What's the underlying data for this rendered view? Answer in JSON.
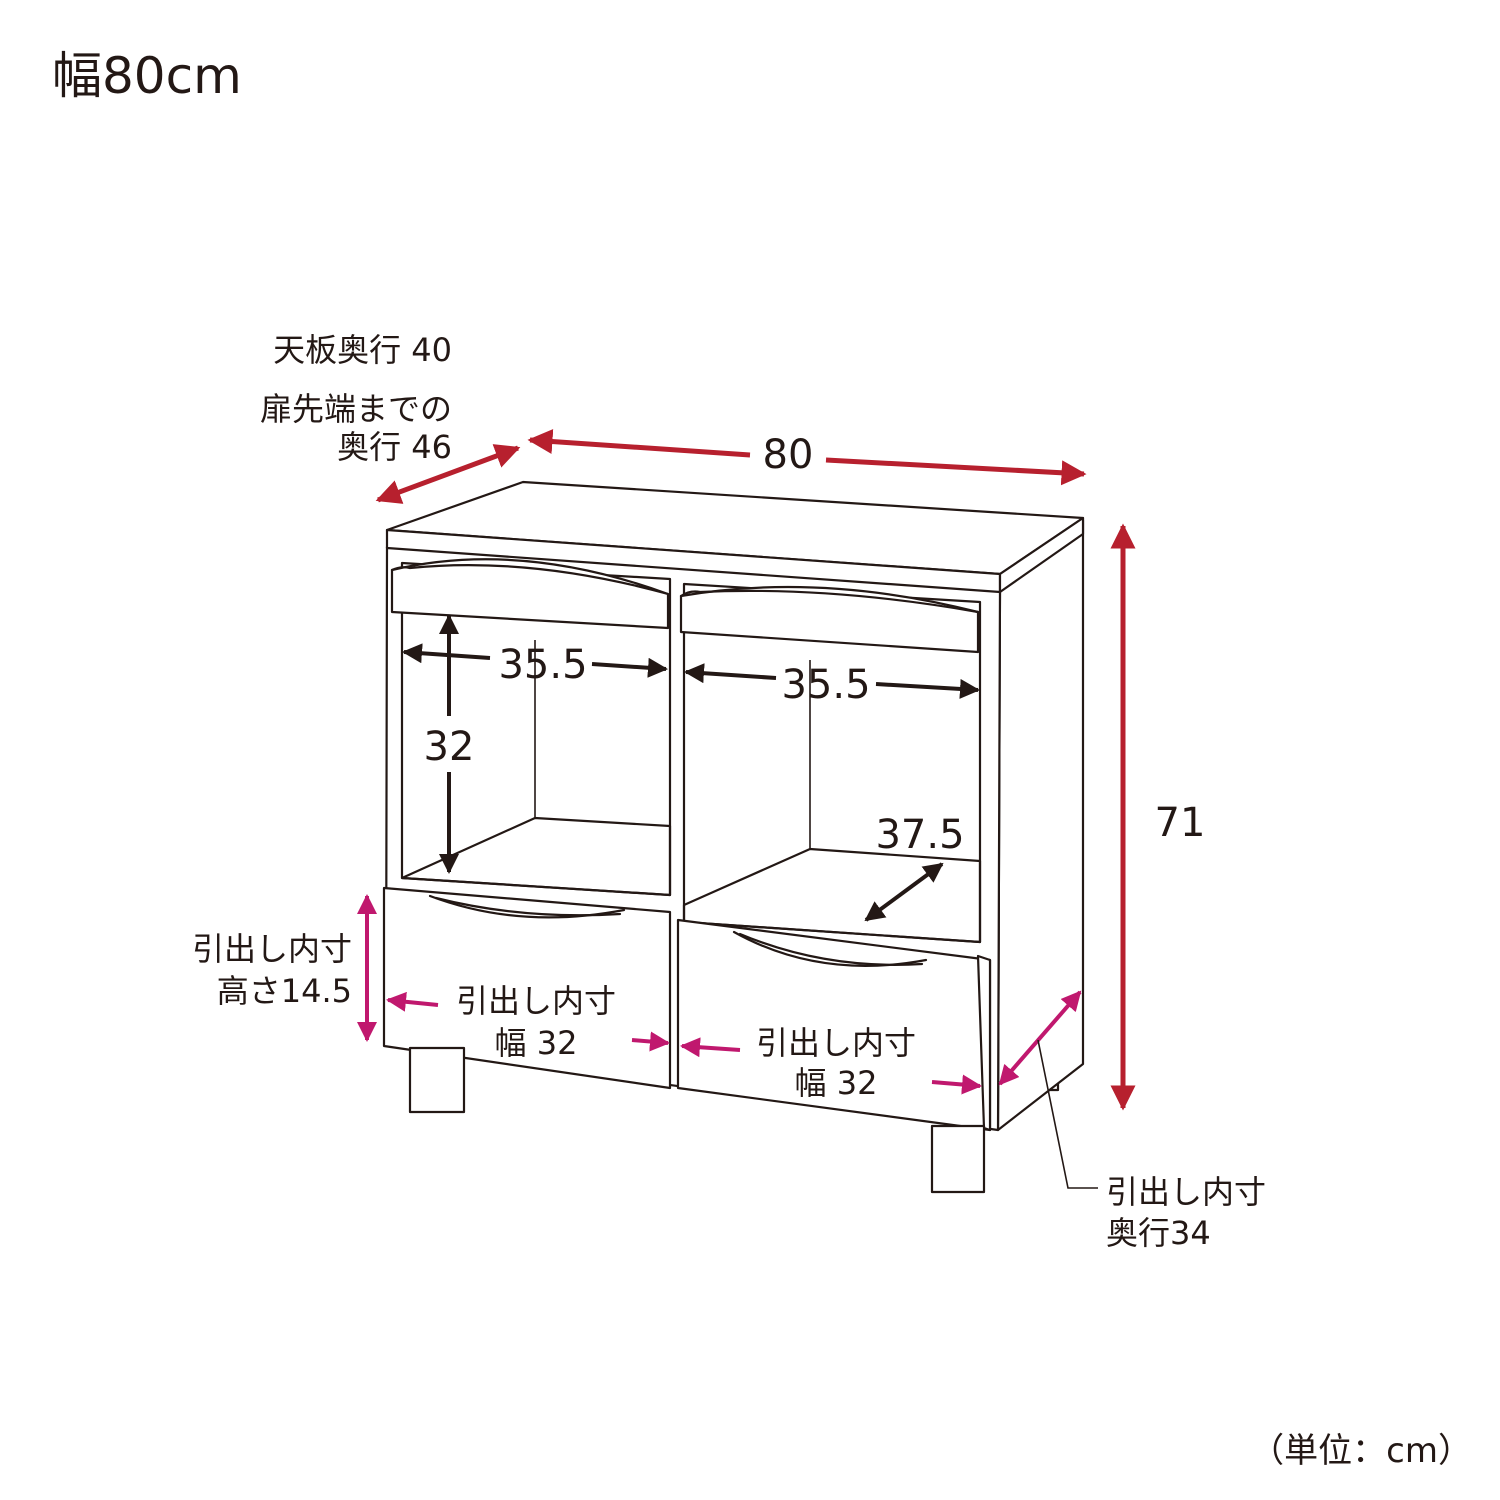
{
  "title": "幅80cm",
  "unit_note": "（単位：cm）",
  "labels": {
    "top_depth": "天板奥行 40",
    "door_depth_line1": "扉先端までの",
    "door_depth_line2": "奥行 46",
    "width_total": "80",
    "height_total": "71",
    "left_inner_width": "35.5",
    "right_inner_width": "35.5",
    "left_inner_height": "32",
    "right_inner_depth": "37.5",
    "drawer_height_line1": "引出し内寸",
    "drawer_height_line2": "高さ14.5",
    "drawer_left_line1": "引出し内寸",
    "drawer_left_line2": "幅 32",
    "drawer_right_line1": "引出し内寸",
    "drawer_right_line2": "幅 32",
    "drawer_depth_line1": "引出し内寸",
    "drawer_depth_line2": "奥行34"
  },
  "colors": {
    "outline": "#231815",
    "dimension_red": "#b7202e",
    "dimension_magenta": "#c0186e",
    "background": "#ffffff"
  }
}
